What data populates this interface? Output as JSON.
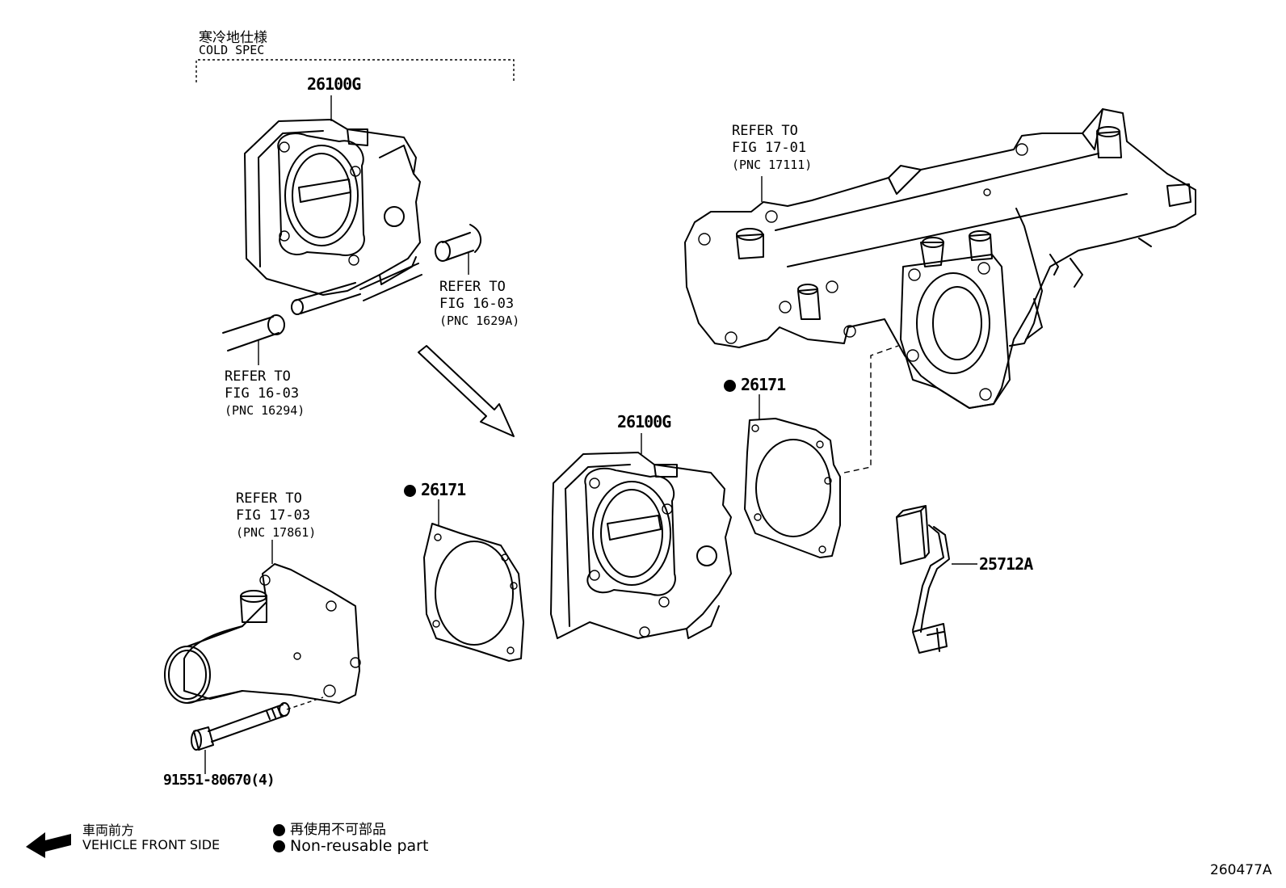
{
  "cold_spec": {
    "jp": "寒冷地仕様",
    "en": "COLD SPEC"
  },
  "part_numbers": {
    "throttle_body_cold": "26100G",
    "throttle_body_main": "26100G",
    "gasket_upper": "26171",
    "gasket_lower": "26171",
    "wire_harness": "25712A",
    "bolt": "91551-80670(4)"
  },
  "references": {
    "manifold": {
      "line1": "REFER TO",
      "line2": "FIG 17-01",
      "line3": "(PNC 17111)"
    },
    "hose_right": {
      "line1": "REFER TO",
      "line2": "FIG 16-03",
      "line3": "(PNC 1629A)"
    },
    "hose_left": {
      "line1": "REFER TO",
      "line2": "FIG 16-03",
      "line3": "(PNC 16294)"
    },
    "water_outlet": {
      "line1": "REFER TO",
      "line2": "FIG 17-03",
      "line3": "(PNC 17861)"
    }
  },
  "legend": {
    "front_jp": "車両前方",
    "front_en": "VEHICLE FRONT SIDE",
    "nonreuse_jp": "再使用不可部品",
    "nonreuse_en": "Non-reusable part"
  },
  "figure_id": "260477A",
  "icons": [
    "front-arrow-icon",
    "non-reusable-dot-icon",
    "direction-arrow-icon"
  ]
}
